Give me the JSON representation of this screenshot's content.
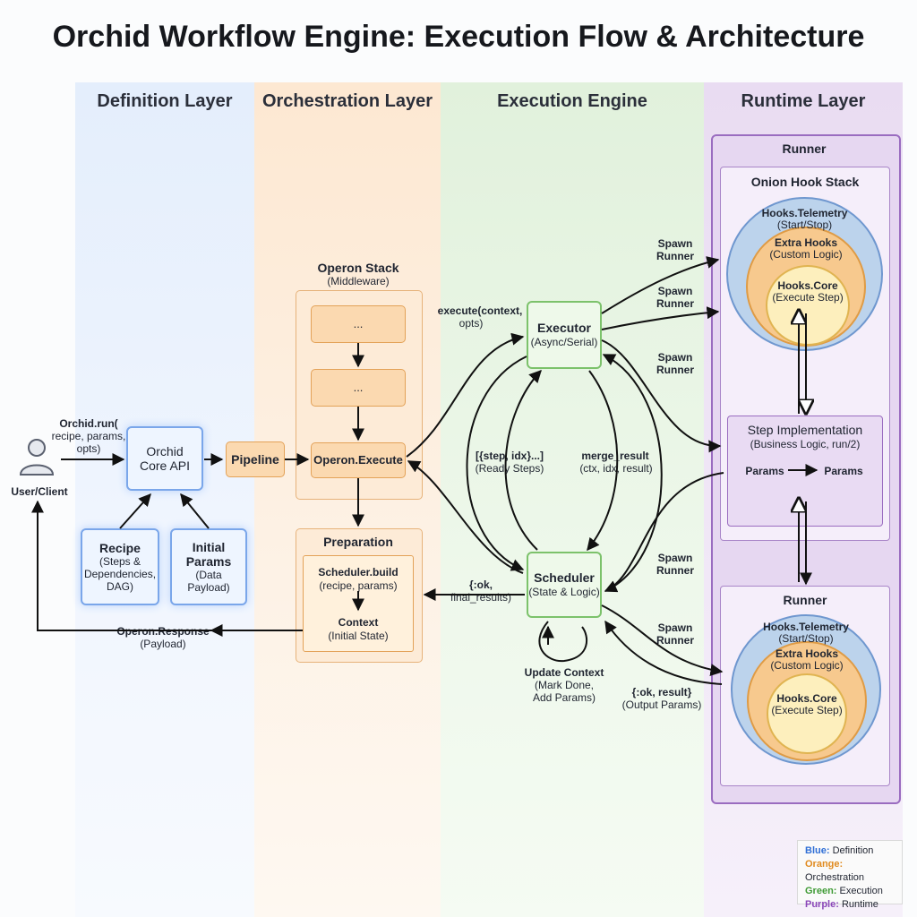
{
  "title": "Orchid Workflow Engine: Execution Flow & Architecture",
  "layers": {
    "definition": "Definition Layer",
    "orchestration": "Orchestration Layer",
    "execution": "Execution Engine",
    "runtime": "Runtime Layer"
  },
  "user": {
    "label": "User/Client",
    "icon": "user-icon"
  },
  "call": {
    "line1": "Orchid.run(",
    "line2": "recipe, params,",
    "line3": "opts)"
  },
  "core_api": {
    "line1": "Orchid",
    "line2": "Core API"
  },
  "recipe": {
    "title": "Recipe",
    "line1": "(Steps &",
    "line2": "Dependencies,",
    "line3": "DAG)"
  },
  "initial_params": {
    "title1": "Initial",
    "title2": "Params",
    "line1": "(Data",
    "line2": "Payload)"
  },
  "response": {
    "line1": "Operon.Response",
    "line2": "(Payload)"
  },
  "pipeline": "Pipeline",
  "operon_stack": {
    "title": "Operon Stack",
    "subtitle": "(Middleware)",
    "box1": "...",
    "box2": "...",
    "execute": "Operon.Execute"
  },
  "preparation": {
    "title": "Preparation",
    "build1": "Scheduler.build",
    "build2": "(recipe, params)",
    "context1": "Context",
    "context2": "(Initial State)"
  },
  "executor": {
    "title": "Executor",
    "subtitle": "(Async/Serial)",
    "call1": "execute(context,",
    "call2": "opts)"
  },
  "ready": {
    "line1": "[{step, idx}...]",
    "line2": "(Ready Steps)"
  },
  "merge": {
    "line1": "merge_result",
    "line2": "(ctx, idx, result)"
  },
  "scheduler": {
    "title": "Scheduler",
    "subtitle": "(State & Logic)",
    "result1": "{:ok,",
    "result2": "final_results)"
  },
  "update_context": {
    "title": "Update Context",
    "line1": "(Mark Done,",
    "line2": "Add Params)"
  },
  "spawn": {
    "line1": "Spawn",
    "line2": "Runner"
  },
  "output": {
    "line1": "{:ok, result}",
    "line2": "(Output Params)"
  },
  "runner_top": {
    "title": "Runner",
    "stack_title": "Onion Hook Stack",
    "telemetry": "Hooks.Telemetry",
    "telemetry_sub": "(Start/Stop)",
    "extra": "Extra Hooks",
    "extra_sub": "(Custom Logic)",
    "core": "Hooks.Core",
    "core_sub": "(Execute Step)"
  },
  "step_impl": {
    "title": "Step Implementation",
    "subtitle": "(Business Logic, run/2)",
    "params_in": "Params",
    "params_out": "Params"
  },
  "runner_bottom": {
    "title": "Runner",
    "telemetry": "Hooks.Telemetry",
    "telemetry_sub": "(Start/Stop)",
    "extra": "Extra Hooks",
    "extra_sub": "(Custom Logic)",
    "core": "Hooks.Core",
    "core_sub": "(Execute Step)"
  },
  "legend": [
    {
      "key": "Blue:",
      "value": "Definition",
      "color": "#2f6fd6"
    },
    {
      "key": "Orange:",
      "value": "Orchestration",
      "color": "#e08a1e"
    },
    {
      "key": "Green:",
      "value": "Execution",
      "color": "#3f9b35"
    },
    {
      "key": "Purple:",
      "value": "Runtime",
      "color": "#8a46b8"
    }
  ],
  "colors": {
    "definition": "#7aa6ea",
    "orchestration": "#e3a258",
    "execution": "#7cc26b",
    "runtime": "#9a6cc0"
  }
}
